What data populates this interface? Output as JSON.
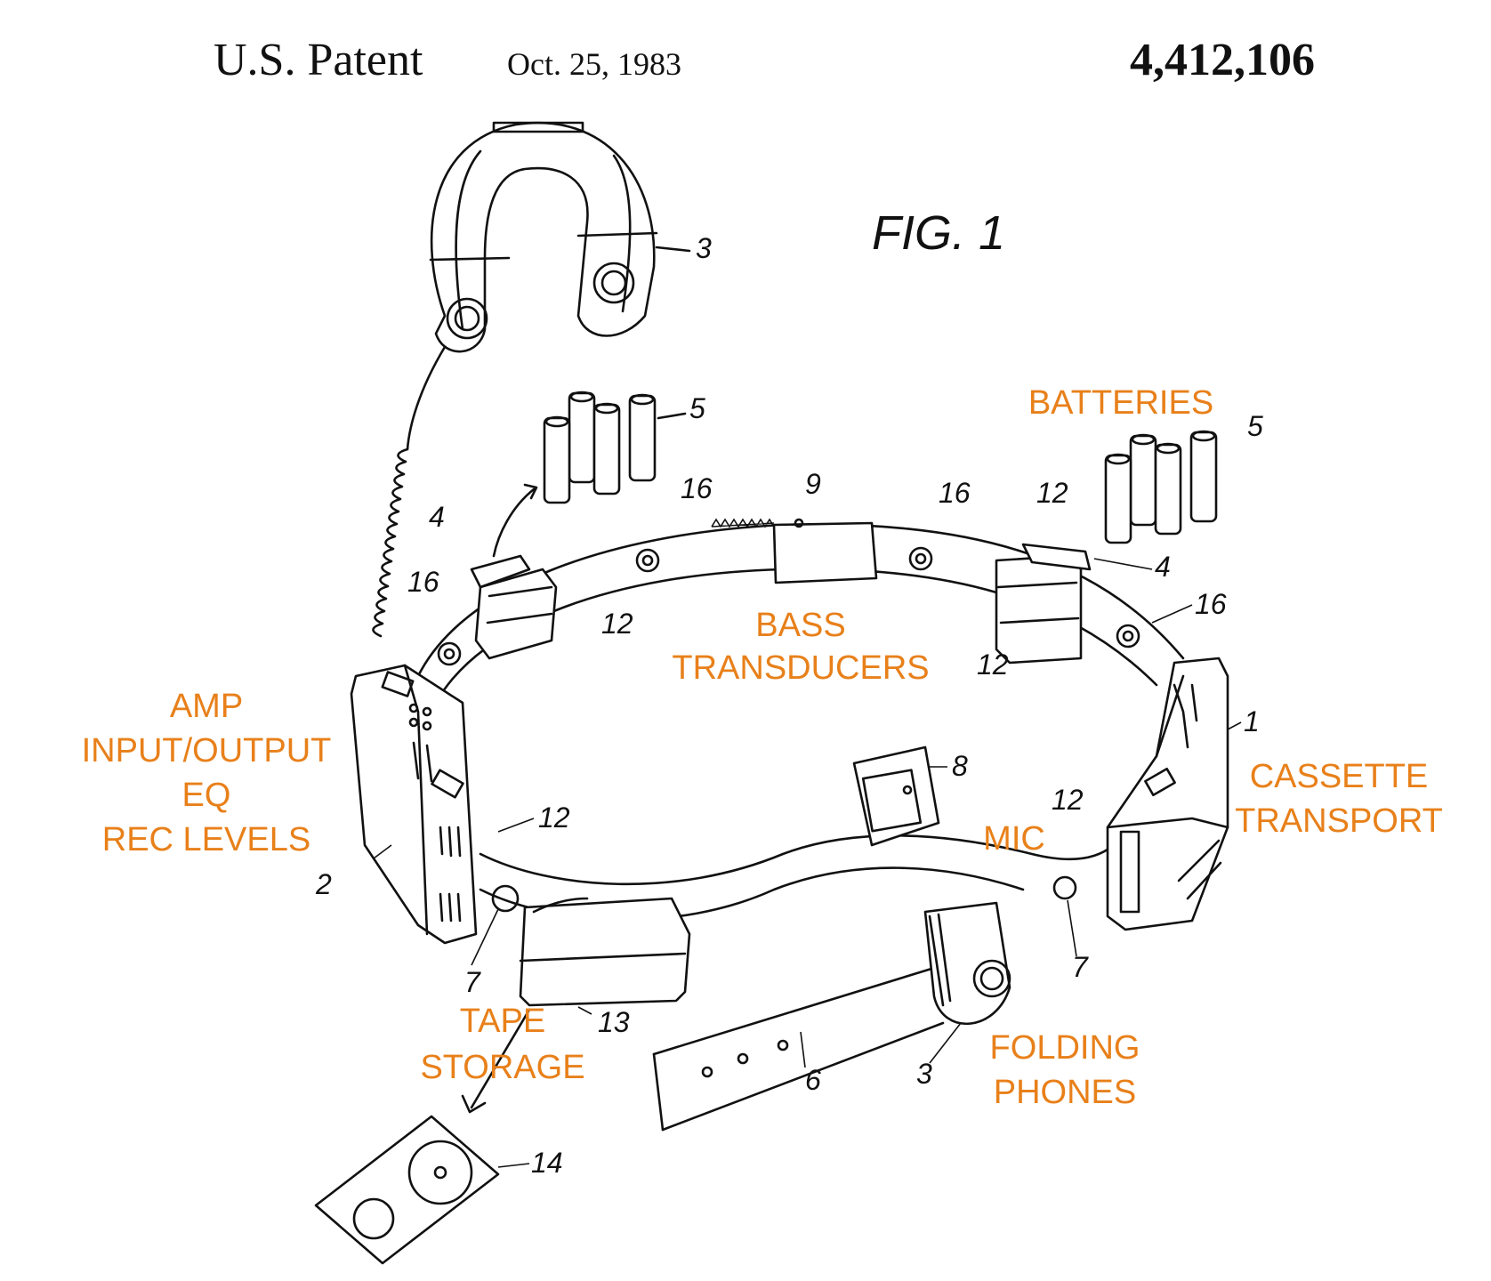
{
  "header": {
    "title": "U.S. Patent",
    "date": "Oct. 25, 1983",
    "number": "4,412,106"
  },
  "figure": {
    "label": "FIG. 1"
  },
  "annotations": {
    "batteries": "BATTERIES",
    "bass_1": "BASS",
    "bass_2": "TRANSDUCERS",
    "amp_1": "AMP",
    "amp_2": "INPUT/OUTPUT",
    "amp_3": "EQ",
    "amp_4": "REC LEVELS",
    "cassette_1": "CASSETTE",
    "cassette_2": "TRANSPORT",
    "mic": "MIC",
    "tape_1": "TAPE",
    "tape_2": "STORAGE",
    "phones_1": "FOLDING",
    "phones_2": "PHONES"
  },
  "ref_numerals": {
    "headphones_top": "3",
    "batteries_left": "5",
    "batteries_right": "5",
    "clip_left": "4",
    "clip_right": "4",
    "jack_a": "16",
    "jack_b": "16",
    "jack_c": "16",
    "jack_d": "16",
    "mic_top": "9",
    "transducer_a": "12",
    "transducer_b": "12",
    "transducer_c": "12",
    "transducer_d": "12",
    "transducer_e": "12",
    "cassette_unit": "1",
    "amp_unit": "2",
    "buckle": "8",
    "speaker_left": "7",
    "speaker_right": "7",
    "tape_box": "13",
    "cassette": "14",
    "strap": "6",
    "phones_bottom": "3"
  },
  "colors": {
    "annotation": "#e8801a",
    "ink": "#111111"
  }
}
